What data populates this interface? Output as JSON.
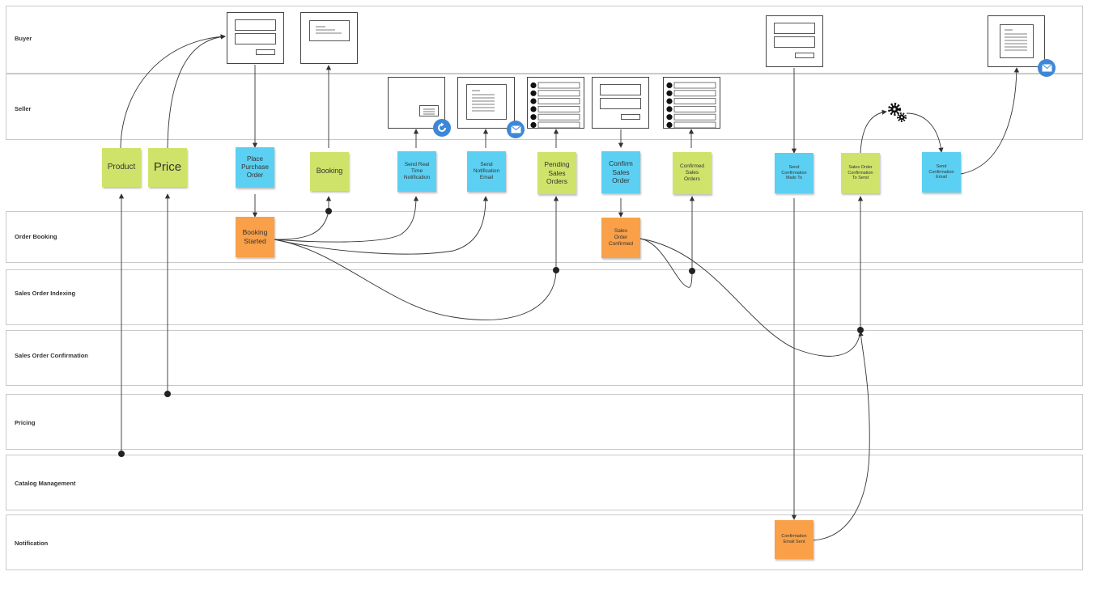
{
  "lanes": {
    "buyer": "Buyer",
    "seller": "Seller",
    "order_booking": "Order Booking",
    "sales_order_indexing": "Sales Order Indexing",
    "sales_order_confirmation": "Sales Order Confirmation",
    "pricing": "Pricing",
    "catalog_management": "Catalog Management",
    "notification": "Notification"
  },
  "stickies": {
    "product": "Product",
    "price": "Price",
    "place_purchase_order": "Place\nPurchase\nOrder",
    "booking": "Booking",
    "send_real_time_notification": "Send Real\nTime\nNotification",
    "send_notification_email": "Send\nNotification\nEmail",
    "pending_sales_orders": "Pending\nSales\nOrders",
    "confirm_sales_order": "Confirm\nSales\nOrder",
    "confirmed_sales_orders": "Confirmed\nSales\nOrders",
    "send_confirmation_mails_to": "Send\nConfirmation\nMails To",
    "sales_order_confirmation_to_send": "Sales Order\nConfirmation\nTo Send",
    "send_confirmation_email": "Send\nConfirmation\nEmail",
    "booking_started": "Booking\nStarted",
    "sales_order_confirmed": "Sales\nOrder\nConfirmed",
    "confirmation_email_sent": "Confirmation\nEmail Sent"
  },
  "colors": {
    "command_sticky": "#5cd0f2",
    "read_model_sticky": "#cfe36b",
    "event_sticky": "#f9a049",
    "badge": "#3d87d8",
    "lane_border": "#c9c9c9",
    "connector": "#333333"
  },
  "icons": {
    "refresh_badge": "refresh-icon",
    "mail_badges": "mail-icon",
    "gears": "gears-icon"
  }
}
